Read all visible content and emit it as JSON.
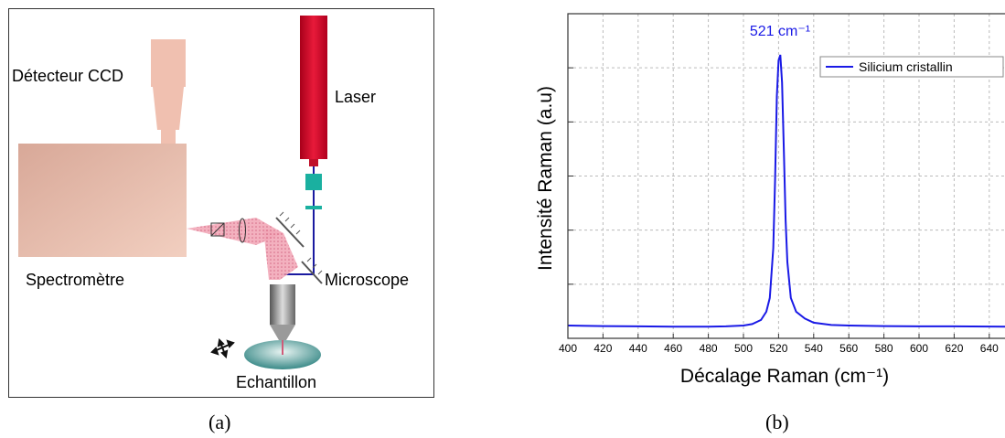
{
  "diagram": {
    "labels": {
      "detector": "Détecteur CCD",
      "laser": "Laser",
      "spectrometer": "Spectromètre",
      "microscope": "Microscope",
      "sample": "Echantillon"
    },
    "colors": {
      "spectrometer": "#e8b8a8",
      "laser": "#d0122c",
      "filter": "#1ab0a0",
      "beam": "#1a1aa0",
      "light_cone": "#e89aa8",
      "sample": "#3a8a88"
    }
  },
  "captions": {
    "a": "(a)",
    "b": "(b)"
  },
  "chart_data": {
    "type": "line",
    "title": "",
    "xlabel": "Décalage Raman (cm⁻¹)",
    "ylabel": "Intensité Raman (a.u)",
    "xlim": [
      400,
      650
    ],
    "xticks": [
      "400",
      "420",
      "440",
      "460",
      "480",
      "500",
      "520",
      "540",
      "560",
      "580",
      "600",
      "620",
      "640"
    ],
    "grid": true,
    "legend_placement": "top-right",
    "annotation": "521 cm⁻¹",
    "series": [
      {
        "name": "Silicium cristallin",
        "color": "#1a1ae6",
        "x": [
          400,
          420,
          440,
          460,
          480,
          490,
          500,
          505,
          510,
          513,
          515,
          517,
          518,
          519,
          520,
          521,
          522,
          523,
          524,
          525,
          527,
          530,
          535,
          540,
          550,
          560,
          580,
          600,
          620,
          650
        ],
        "y": [
          0.02,
          0.018,
          0.017,
          0.016,
          0.016,
          0.017,
          0.02,
          0.025,
          0.04,
          0.07,
          0.12,
          0.3,
          0.55,
          0.85,
          0.98,
          1.0,
          0.9,
          0.65,
          0.4,
          0.25,
          0.12,
          0.07,
          0.045,
          0.03,
          0.022,
          0.02,
          0.018,
          0.017,
          0.017,
          0.016
        ]
      }
    ]
  }
}
